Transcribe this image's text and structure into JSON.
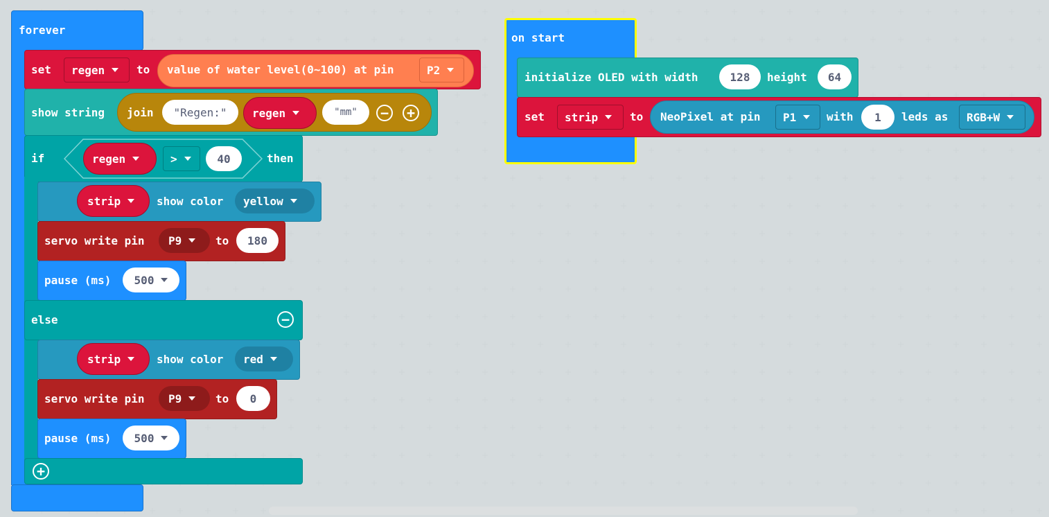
{
  "colors": {
    "background": "#ecf0f1",
    "loops_blue": "#1e90ff",
    "variables_red": "#dc143c",
    "sensor_orange": "#ff7f50",
    "text_teal": "#20b2aa",
    "logic_teal": "#00a4a6",
    "join_gold": "#b8860b",
    "neopixel_blue": "#2699bf",
    "servo_red": "#b22222",
    "pause_blue": "#1e90ff",
    "selection_yellow": "#ffff00"
  },
  "forever_block": {
    "label": "forever",
    "set_stmt": {
      "keyword": "set",
      "variable": "regen",
      "to_label": "to",
      "reporter": "value of water level(0~100) at pin",
      "pin": "P2"
    },
    "show_string": {
      "label": "show string",
      "join_label": "join",
      "text1": "Regen:",
      "variable": "regen",
      "text2": "mm",
      "minus_icon": "minus-circle-icon",
      "plus_icon": "plus-circle-icon"
    },
    "if_block": {
      "if_label": "if",
      "condition": {
        "left": "regen",
        "operator": ">",
        "right": "40"
      },
      "then_label": "then",
      "then_branch": {
        "show_color": {
          "object": "strip",
          "label": "show color",
          "color": "yellow"
        },
        "servo": {
          "label": "servo write pin",
          "pin": "P9",
          "to_label": "to",
          "value": "180"
        },
        "pause": {
          "label": "pause (ms)",
          "value": "500"
        }
      },
      "else_label": "else",
      "else_branch": {
        "show_color": {
          "object": "strip",
          "label": "show color",
          "color": "red"
        },
        "servo": {
          "label": "servo write pin",
          "pin": "P9",
          "to_label": "to",
          "value": "0"
        },
        "pause": {
          "label": "pause (ms)",
          "value": "500"
        }
      }
    }
  },
  "on_start_block": {
    "label": "on start",
    "oled": {
      "label": "initialize OLED with width",
      "width": "128",
      "height_label": "height",
      "height": "64"
    },
    "set_strip": {
      "keyword": "set",
      "variable": "strip",
      "to_label": "to",
      "neopixel_label": "NeoPixel at pin",
      "pin": "P1",
      "with_label": "with",
      "count": "1",
      "leds_label": "leds as",
      "mode": "RGB+W"
    }
  }
}
